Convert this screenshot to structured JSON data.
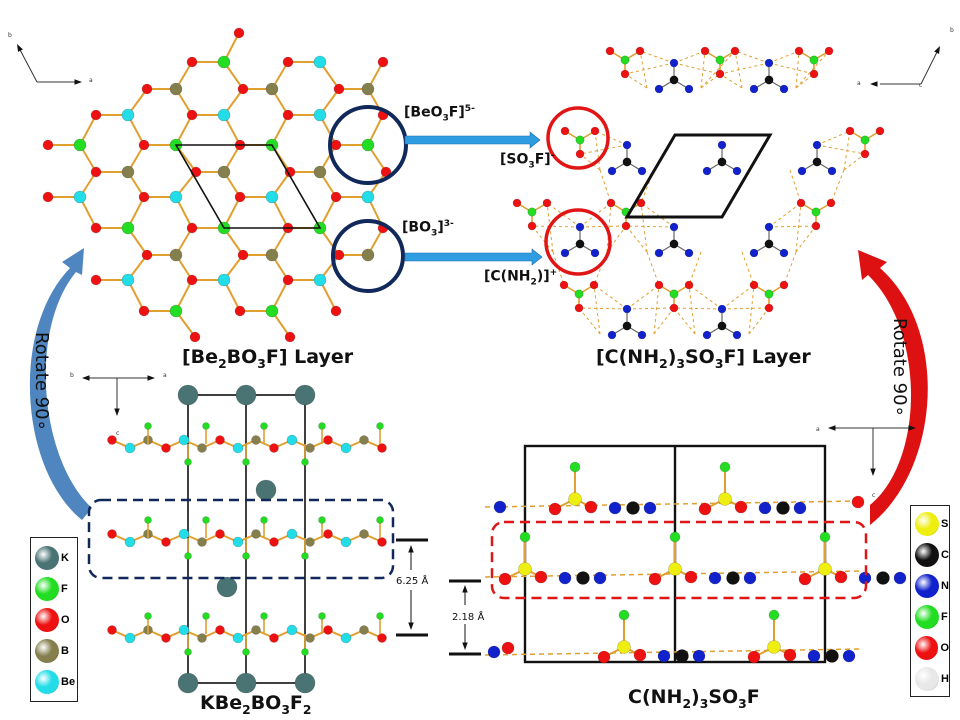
{
  "titles": {
    "top_left_pre": "[Be",
    "top_left_s1": "2",
    "top_left_mid": "BO",
    "top_left_s2": "3",
    "top_left_post": "F] Layer",
    "top_right_pre": "[C(NH",
    "top_right_s1": "2",
    "top_right_mid1": ")",
    "top_right_s2": "3",
    "top_right_mid2": "SO",
    "top_right_s3": "3",
    "top_right_post": "F] Layer",
    "bottom_left_pre": "KBe",
    "bottom_left_s1": "2",
    "bottom_left_mid": "BO",
    "bottom_left_s2": "3",
    "bottom_left_mid2": "F",
    "bottom_left_s3": "2",
    "bottom_right_pre": "C(NH",
    "bottom_right_s1": "2",
    "bottom_right_mid1": ")",
    "bottom_right_s2": "3",
    "bottom_right_mid2": "SO",
    "bottom_right_s3": "3",
    "bottom_right_post": "F"
  },
  "groups": {
    "beo3f_pre": "[BeO",
    "beo3f_sub": "3",
    "beo3f_post": "F]",
    "beo3f_sup": "5-",
    "bo3_pre": "[BO",
    "bo3_sub": "3",
    "bo3_post": "]",
    "bo3_sup": "3-",
    "so3f_pre": "[SO",
    "so3f_sub": "3",
    "so3f_post": "F]",
    "so3f_sup": "-",
    "cnh2_pre": "[C(NH",
    "cnh2_sub": "2",
    "cnh2_post": ")]",
    "cnh2_sup": "+"
  },
  "rotate_label": "Rotate 90∘",
  "distances": {
    "left": "6.25 Å",
    "right": "2.18 Å"
  },
  "axes": {
    "top_left": {
      "a": "a",
      "b": "b"
    },
    "top_right": {
      "a": "a",
      "b": "b",
      "c": "c"
    },
    "bottom_left": {
      "a": "a",
      "b": "b",
      "c": "c"
    },
    "bottom_right": {
      "a": "a",
      "c": "c"
    }
  },
  "legend_left": [
    {
      "label": "K",
      "color": "#4a7374"
    },
    {
      "label": "F",
      "color": "#22dd22"
    },
    {
      "label": "O",
      "color": "#ee1111"
    },
    {
      "label": "B",
      "color": "#857f4e"
    },
    {
      "label": "Be",
      "color": "#22dde8"
    }
  ],
  "legend_right": [
    {
      "label": "S",
      "color": "#eeee11"
    },
    {
      "label": "C",
      "color": "#111111"
    },
    {
      "label": "N",
      "color": "#1122cc"
    },
    {
      "label": "F",
      "color": "#22dd22"
    },
    {
      "label": "O",
      "color": "#ee1111"
    },
    {
      "label": "H",
      "color": "#e8e8e8"
    }
  ],
  "colors": {
    "bond": "#e0a030",
    "arrow_blue": "#2f9be0",
    "rotate_blue": "#4f86c0",
    "rotate_red": "#dd1111",
    "circle_navy": "#10285a",
    "circle_red": "#e01515",
    "dash_navy": "#10285a",
    "dash_red": "#e01515"
  }
}
